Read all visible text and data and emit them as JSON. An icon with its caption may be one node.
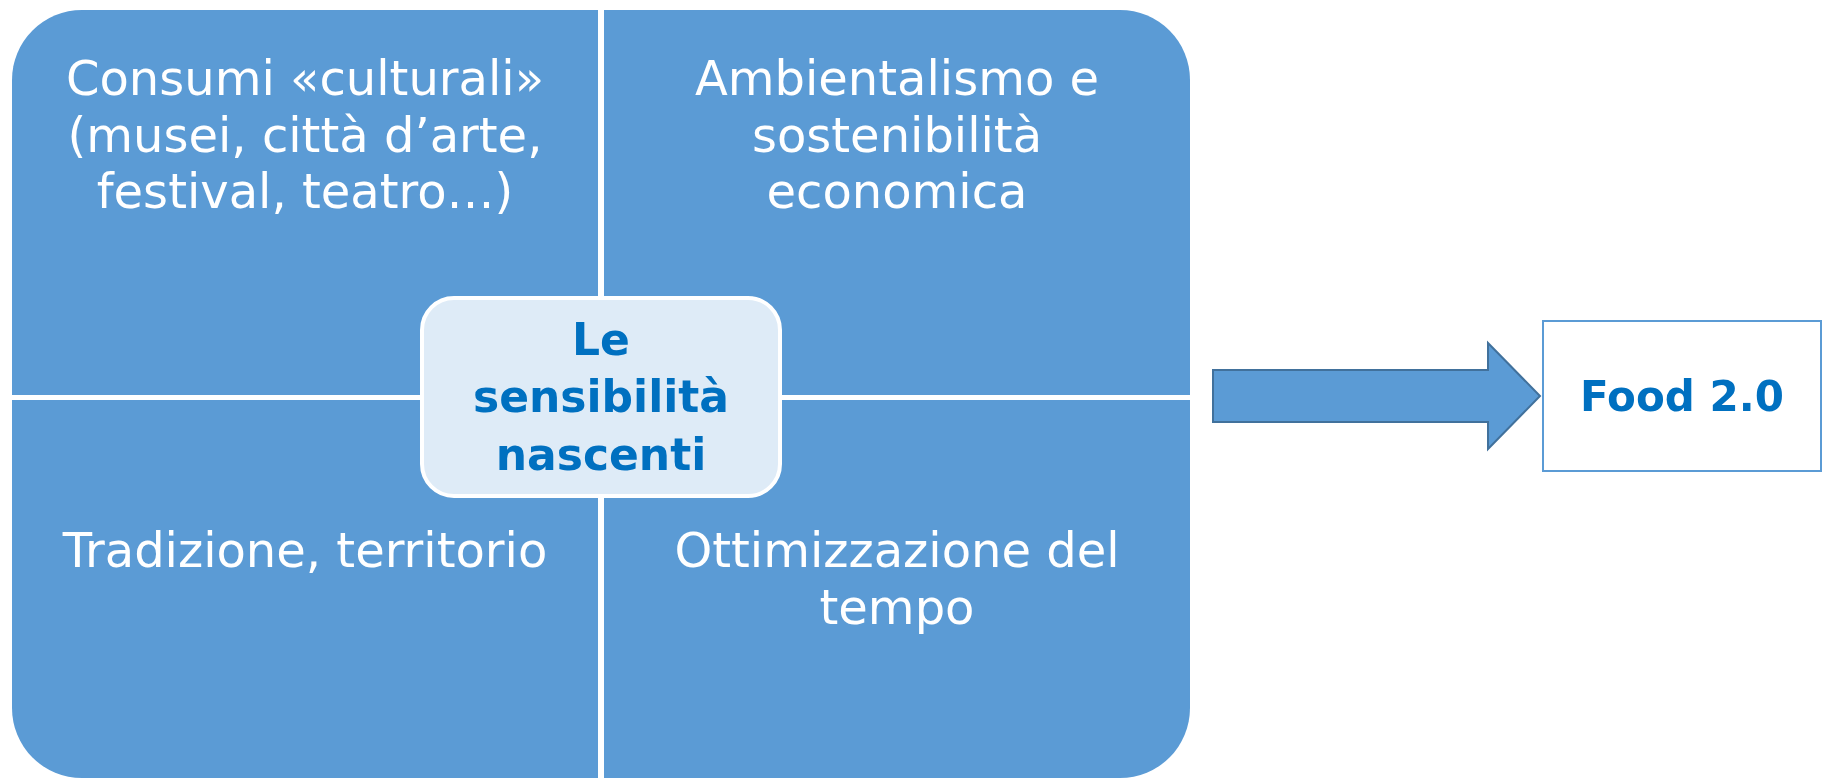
{
  "diagram": {
    "nodes": [
      {
        "text": [
          "Consumi «culturali» (musei, città d’arte, festival, teatro…)"
        ]
      },
      {
        "text": [
          "Ambientalismo e sostenibilità economica"
        ]
      },
      {
        "text": [
          "Tradizione, territorio"
        ]
      },
      {
        "text": [
          "Ottimizzazione del tempo"
        ]
      },
      {
        "text": [
          "Le sensibilità nascenti"
        ]
      },
      {
        "text": [
          "Food 2.0"
        ]
      }
    ],
    "edges": [
      {
        "from": null,
        "to": 5,
        "arrow": "to"
      }
    ]
  }
}
